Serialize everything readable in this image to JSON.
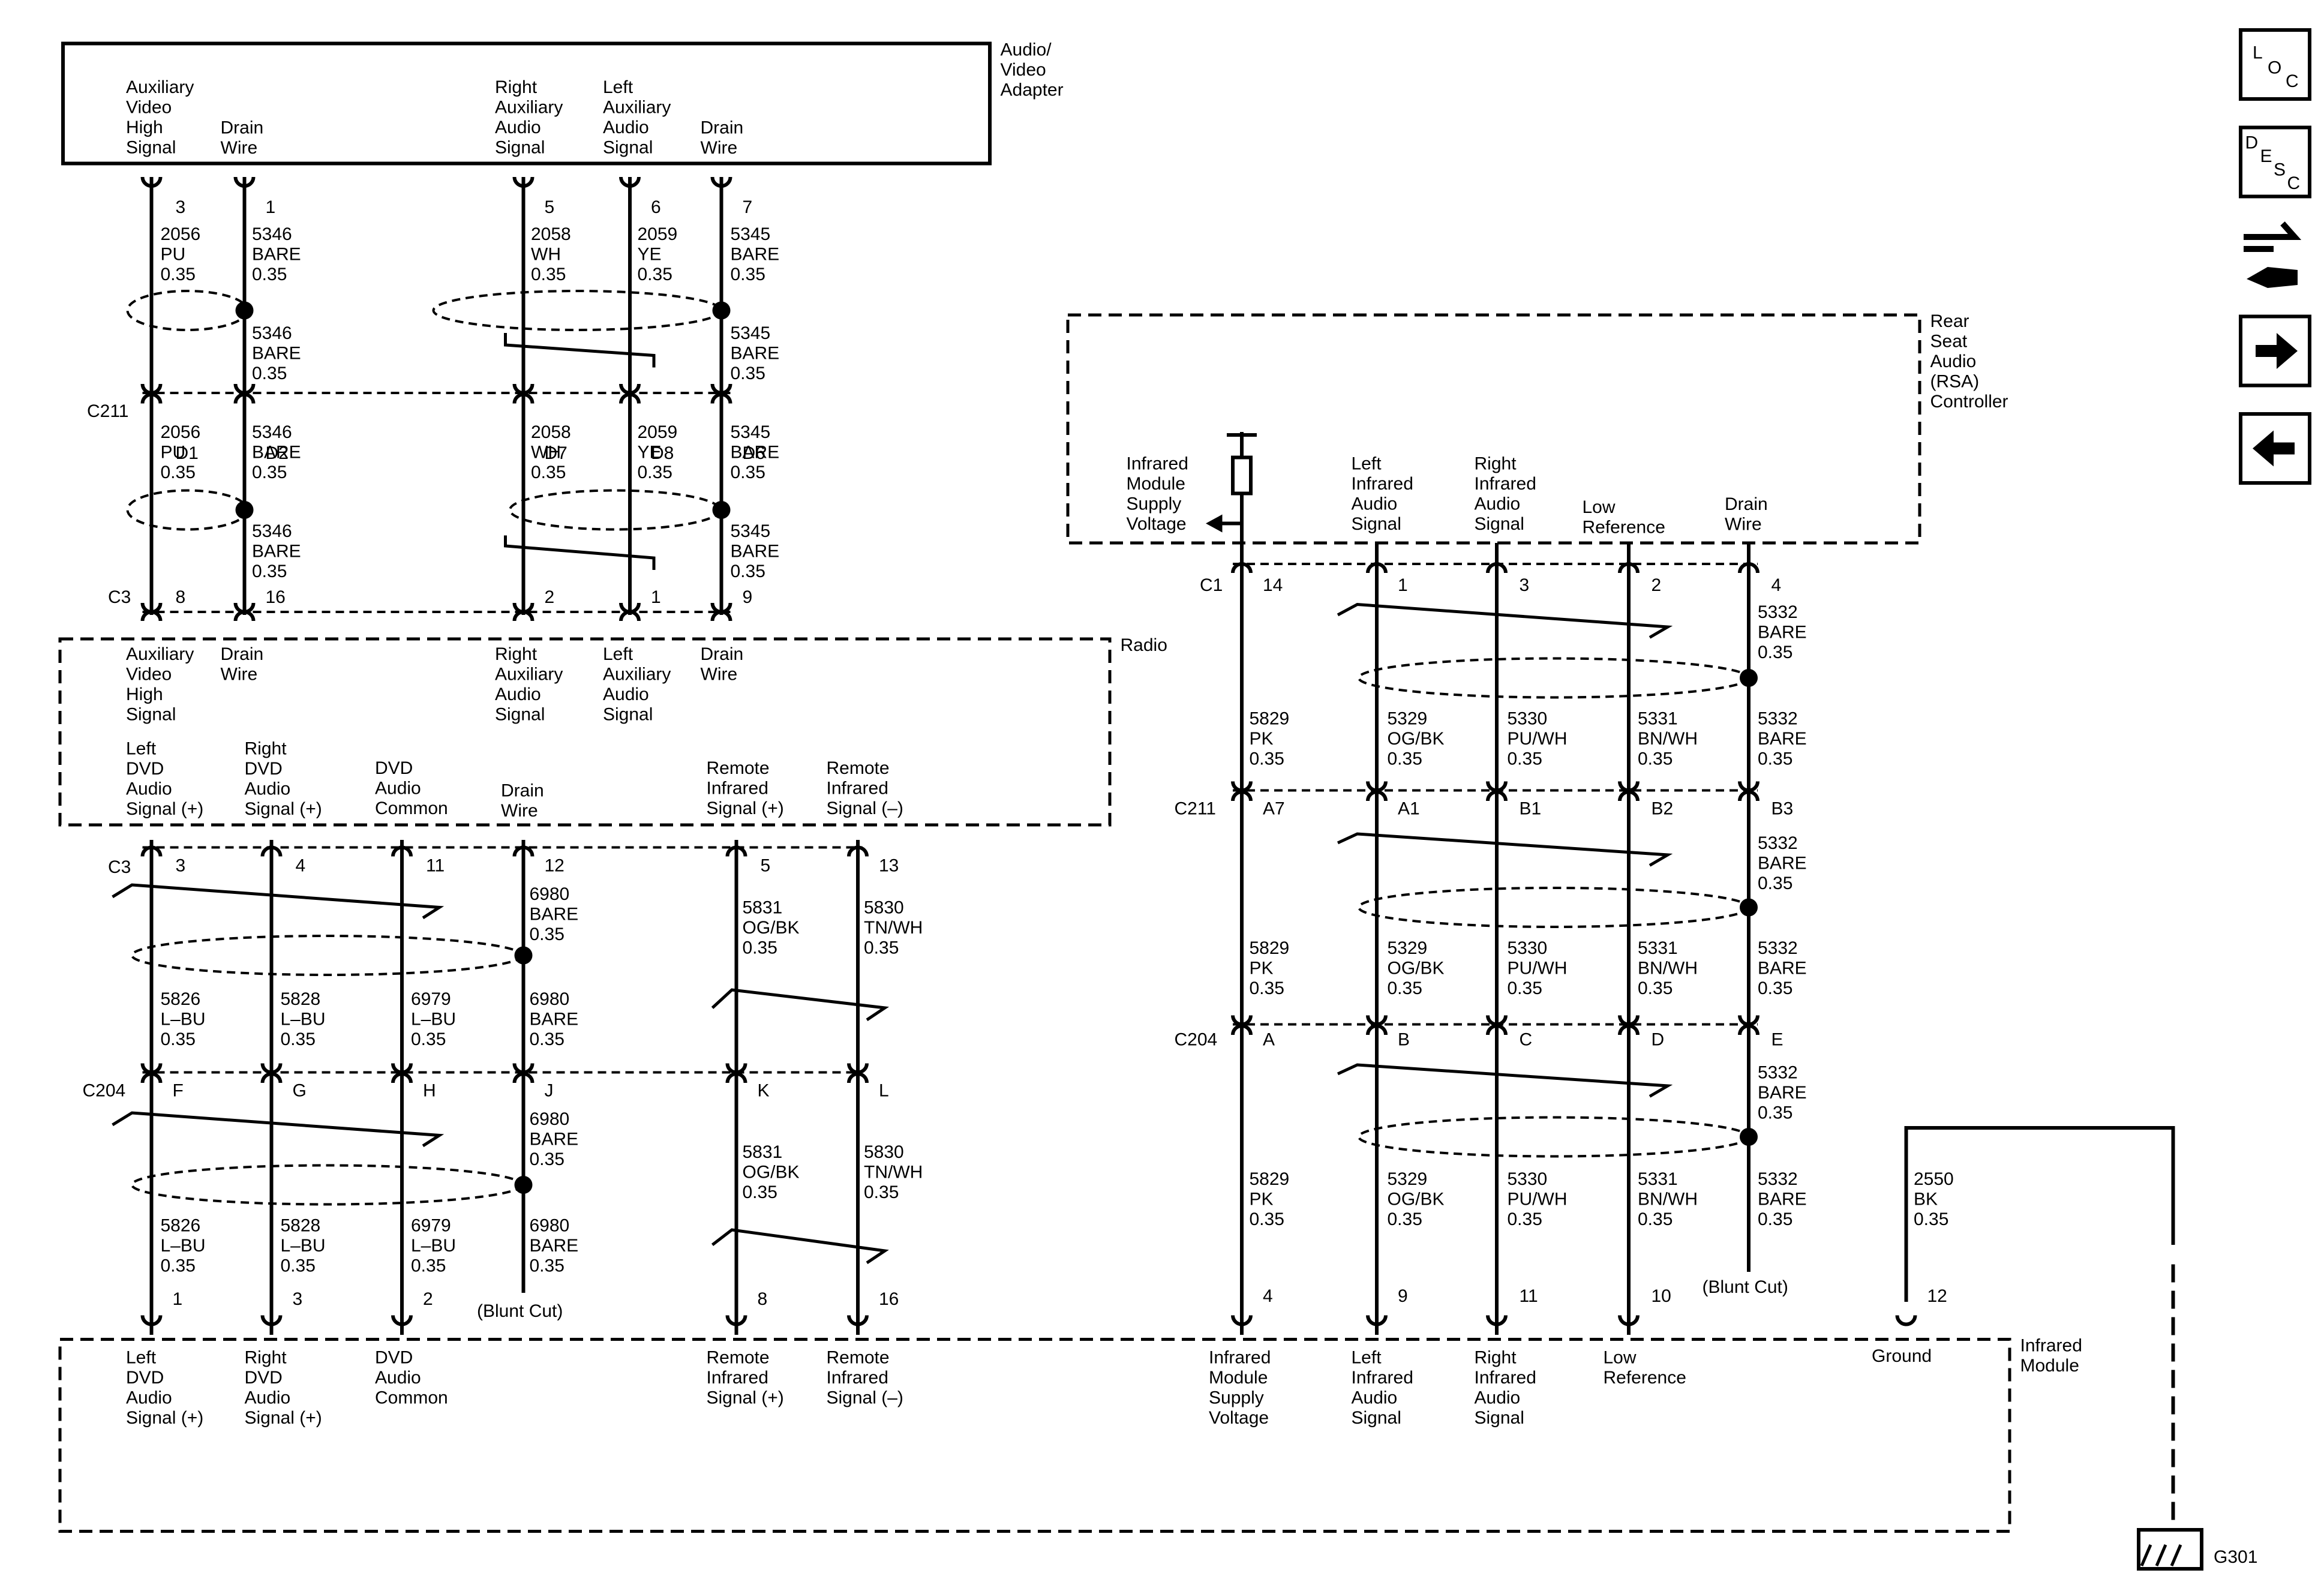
{
  "components": [
    {
      "key": "ava",
      "lines": [
        "Audio/",
        "Video",
        "Adapter"
      ]
    },
    {
      "key": "rsa",
      "lines": [
        "Rear",
        "Seat",
        "Audio",
        "(RSA)",
        "Controller"
      ]
    },
    {
      "key": "radio",
      "lines": [
        "Radio"
      ]
    },
    {
      "key": "irm",
      "lines": [
        "Infrared",
        "Module"
      ]
    }
  ],
  "pin_labels": [
    {
      "key": "ava1",
      "lines": [
        "Auxiliary",
        "Video",
        "High",
        "Signal"
      ]
    },
    {
      "key": "ava2",
      "lines": [
        "Drain",
        "Wire"
      ]
    },
    {
      "key": "ava3",
      "lines": [
        "Right",
        "Auxiliary",
        "Audio",
        "Signal"
      ]
    },
    {
      "key": "ava4",
      "lines": [
        "Left",
        "Auxiliary",
        "Audio",
        "Signal"
      ]
    },
    {
      "key": "ava5",
      "lines": [
        "Drain",
        "Wire"
      ]
    },
    {
      "key": "rad1",
      "lines": [
        "Auxiliary",
        "Video",
        "High",
        "Signal"
      ]
    },
    {
      "key": "rad2",
      "lines": [
        "Drain",
        "Wire"
      ]
    },
    {
      "key": "rad3",
      "lines": [
        "Right",
        "Auxiliary",
        "Audio",
        "Signal"
      ]
    },
    {
      "key": "rad4",
      "lines": [
        "Left",
        "Auxiliary",
        "Audio",
        "Signal"
      ]
    },
    {
      "key": "rad5",
      "lines": [
        "Drain",
        "Wire"
      ]
    },
    {
      "key": "rad6",
      "lines": [
        "Left",
        "DVD",
        "Audio",
        "Signal (+)"
      ]
    },
    {
      "key": "rad7",
      "lines": [
        "Right",
        "DVD",
        "Audio",
        "Signal (+)"
      ]
    },
    {
      "key": "rad8",
      "lines": [
        "DVD",
        "Audio",
        "Common"
      ]
    },
    {
      "key": "rad9",
      "lines": [
        "Drain",
        "Wire"
      ]
    },
    {
      "key": "rad10",
      "lines": [
        "Remote",
        "Infrared",
        "Signal (+)"
      ]
    },
    {
      "key": "rad11",
      "lines": [
        "Remote",
        "Infrared",
        "Signal (–)"
      ]
    },
    {
      "key": "rsa1",
      "lines": [
        "Infrared",
        "Module",
        "Supply",
        "Voltage"
      ]
    },
    {
      "key": "rsa2",
      "lines": [
        "Left",
        "Infrared",
        "Audio",
        "Signal"
      ]
    },
    {
      "key": "rsa3",
      "lines": [
        "Right",
        "Infrared",
        "Audio",
        "Signal"
      ]
    },
    {
      "key": "rsa4",
      "lines": [
        "Low",
        "Reference"
      ]
    },
    {
      "key": "rsa5",
      "lines": [
        "Drain",
        "Wire"
      ]
    },
    {
      "key": "irm1",
      "lines": [
        "Left",
        "DVD",
        "Audio",
        "Signal (+)"
      ]
    },
    {
      "key": "irm2",
      "lines": [
        "Right",
        "DVD",
        "Audio",
        "Signal (+)"
      ]
    },
    {
      "key": "irm3",
      "lines": [
        "DVD",
        "Audio",
        "Common"
      ]
    },
    {
      "key": "irm4",
      "lines": [
        "Remote",
        "Infrared",
        "Signal (+)"
      ]
    },
    {
      "key": "irm5",
      "lines": [
        "Remote",
        "Infrared",
        "Signal (–)"
      ]
    },
    {
      "key": "irm6",
      "lines": [
        "Infrared",
        "Module",
        "Supply",
        "Voltage"
      ]
    },
    {
      "key": "irm7",
      "lines": [
        "Left",
        "Infrared",
        "Audio",
        "Signal"
      ]
    },
    {
      "key": "irm8",
      "lines": [
        "Right",
        "Infrared",
        "Audio",
        "Signal"
      ]
    },
    {
      "key": "irm9",
      "lines": [
        "Low",
        "Reference"
      ]
    },
    {
      "key": "irm10",
      "lines": [
        "Ground"
      ]
    }
  ],
  "pin_numbers": [
    {
      "key": "p01",
      "text": "3"
    },
    {
      "key": "p02",
      "text": "1"
    },
    {
      "key": "p03",
      "text": "5"
    },
    {
      "key": "p04",
      "text": "6"
    },
    {
      "key": "p05",
      "text": "7"
    },
    {
      "key": "p06",
      "text": "D1"
    },
    {
      "key": "p07",
      "text": "D2"
    },
    {
      "key": "p08",
      "text": "D7"
    },
    {
      "key": "p09",
      "text": "D8"
    },
    {
      "key": "p10",
      "text": "D6"
    },
    {
      "key": "p11",
      "text": "8"
    },
    {
      "key": "p12",
      "text": "16"
    },
    {
      "key": "p13",
      "text": "2"
    },
    {
      "key": "p14",
      "text": "1"
    },
    {
      "key": "p15",
      "text": "9"
    },
    {
      "key": "p16",
      "text": "3"
    },
    {
      "key": "p17",
      "text": "4"
    },
    {
      "key": "p18",
      "text": "11"
    },
    {
      "key": "p19",
      "text": "12"
    },
    {
      "key": "p20",
      "text": "5"
    },
    {
      "key": "p21",
      "text": "13"
    },
    {
      "key": "p22",
      "text": "F"
    },
    {
      "key": "p23",
      "text": "G"
    },
    {
      "key": "p24",
      "text": "H"
    },
    {
      "key": "p25",
      "text": "J"
    },
    {
      "key": "p26",
      "text": "K"
    },
    {
      "key": "p27",
      "text": "L"
    },
    {
      "key": "p28",
      "text": "1"
    },
    {
      "key": "p29",
      "text": "3"
    },
    {
      "key": "p30",
      "text": "2"
    },
    {
      "key": "p31",
      "text": "8"
    },
    {
      "key": "p32",
      "text": "16"
    },
    {
      "key": "p33",
      "text": "14"
    },
    {
      "key": "p34",
      "text": "1"
    },
    {
      "key": "p35",
      "text": "3"
    },
    {
      "key": "p36",
      "text": "2"
    },
    {
      "key": "p37",
      "text": "4"
    },
    {
      "key": "p38",
      "text": "A7"
    },
    {
      "key": "p39",
      "text": "A1"
    },
    {
      "key": "p40",
      "text": "B1"
    },
    {
      "key": "p41",
      "text": "B2"
    },
    {
      "key": "p42",
      "text": "B3"
    },
    {
      "key": "p43",
      "text": "A"
    },
    {
      "key": "p44",
      "text": "B"
    },
    {
      "key": "p45",
      "text": "C"
    },
    {
      "key": "p46",
      "text": "D"
    },
    {
      "key": "p47",
      "text": "E"
    },
    {
      "key": "p48",
      "text": "4"
    },
    {
      "key": "p49",
      "text": "9"
    },
    {
      "key": "p50",
      "text": "11"
    },
    {
      "key": "p51",
      "text": "10"
    },
    {
      "key": "p52",
      "text": "12"
    }
  ],
  "connectors": [
    {
      "key": "c211a",
      "text": "C211"
    },
    {
      "key": "c3a",
      "text": "C3"
    },
    {
      "key": "c3b",
      "text": "C3"
    },
    {
      "key": "c204a",
      "text": "C204"
    },
    {
      "key": "c1",
      "text": "C1"
    },
    {
      "key": "c211b",
      "text": "C211"
    },
    {
      "key": "c204b",
      "text": "C204"
    }
  ],
  "wire_labels": [
    {
      "key": "w01",
      "lines": [
        "2056",
        "PU",
        "0.35"
      ]
    },
    {
      "key": "w02",
      "lines": [
        "5346",
        "BARE",
        "0.35"
      ]
    },
    {
      "key": "w03",
      "lines": [
        "2058",
        "WH",
        "0.35"
      ]
    },
    {
      "key": "w04",
      "lines": [
        "2059",
        "YE",
        "0.35"
      ]
    },
    {
      "key": "w05",
      "lines": [
        "5345",
        "BARE",
        "0.35"
      ]
    },
    {
      "key": "w06",
      "lines": [
        "5346",
        "BARE",
        "0.35"
      ]
    },
    {
      "key": "w07",
      "lines": [
        "5345",
        "BARE",
        "0.35"
      ]
    },
    {
      "key": "w08",
      "lines": [
        "2056",
        "PU",
        "0.35"
      ]
    },
    {
      "key": "w09",
      "lines": [
        "5346",
        "BARE",
        "0.35"
      ]
    },
    {
      "key": "w10",
      "lines": [
        "2058",
        "WH",
        "0.35"
      ]
    },
    {
      "key": "w11",
      "lines": [
        "2059",
        "YE",
        "0.35"
      ]
    },
    {
      "key": "w12",
      "lines": [
        "5345",
        "BARE",
        "0.35"
      ]
    },
    {
      "key": "w13",
      "lines": [
        "5346",
        "BARE",
        "0.35"
      ]
    },
    {
      "key": "w14",
      "lines": [
        "5345",
        "BARE",
        "0.35"
      ]
    },
    {
      "key": "w15",
      "lines": [
        "6980",
        "BARE",
        "0.35"
      ]
    },
    {
      "key": "w16",
      "lines": [
        "5831",
        "OG/BK",
        "0.35"
      ]
    },
    {
      "key": "w17",
      "lines": [
        "5830",
        "TN/WH",
        "0.35"
      ]
    },
    {
      "key": "w18",
      "lines": [
        "5826",
        "L–BU",
        "0.35"
      ]
    },
    {
      "key": "w19",
      "lines": [
        "5828",
        "L–BU",
        "0.35"
      ]
    },
    {
      "key": "w20",
      "lines": [
        "6979",
        "L–BU",
        "0.35"
      ]
    },
    {
      "key": "w21",
      "lines": [
        "6980",
        "BARE",
        "0.35"
      ]
    },
    {
      "key": "w22",
      "lines": [
        "6980",
        "BARE",
        "0.35"
      ]
    },
    {
      "key": "w23",
      "lines": [
        "5831",
        "OG/BK",
        "0.35"
      ]
    },
    {
      "key": "w24",
      "lines": [
        "5830",
        "TN/WH",
        "0.35"
      ]
    },
    {
      "key": "w25",
      "lines": [
        "5826",
        "L–BU",
        "0.35"
      ]
    },
    {
      "key": "w26",
      "lines": [
        "5828",
        "L–BU",
        "0.35"
      ]
    },
    {
      "key": "w27",
      "lines": [
        "6979",
        "L–BU",
        "0.35"
      ]
    },
    {
      "key": "w28",
      "lines": [
        "6980",
        "BARE",
        "0.35"
      ]
    },
    {
      "key": "w29",
      "lines": [
        "5332",
        "BARE",
        "0.35"
      ]
    },
    {
      "key": "w30",
      "lines": [
        "5829",
        "PK",
        "0.35"
      ]
    },
    {
      "key": "w31",
      "lines": [
        "5329",
        "OG/BK",
        "0.35"
      ]
    },
    {
      "key": "w32",
      "lines": [
        "5330",
        "PU/WH",
        "0.35"
      ]
    },
    {
      "key": "w33",
      "lines": [
        "5331",
        "BN/WH",
        "0.35"
      ]
    },
    {
      "key": "w34",
      "lines": [
        "5332",
        "BARE",
        "0.35"
      ]
    },
    {
      "key": "w35",
      "lines": [
        "5332",
        "BARE",
        "0.35"
      ]
    },
    {
      "key": "w36",
      "lines": [
        "5829",
        "PK",
        "0.35"
      ]
    },
    {
      "key": "w37",
      "lines": [
        "5329",
        "OG/BK",
        "0.35"
      ]
    },
    {
      "key": "w38",
      "lines": [
        "5330",
        "PU/WH",
        "0.35"
      ]
    },
    {
      "key": "w39",
      "lines": [
        "5331",
        "BN/WH",
        "0.35"
      ]
    },
    {
      "key": "w40",
      "lines": [
        "5332",
        "BARE",
        "0.35"
      ]
    },
    {
      "key": "w41",
      "lines": [
        "5332",
        "BARE",
        "0.35"
      ]
    },
    {
      "key": "w42",
      "lines": [
        "5829",
        "PK",
        "0.35"
      ]
    },
    {
      "key": "w43",
      "lines": [
        "5329",
        "OG/BK",
        "0.35"
      ]
    },
    {
      "key": "w44",
      "lines": [
        "5330",
        "PU/WH",
        "0.35"
      ]
    },
    {
      "key": "w45",
      "lines": [
        "5331",
        "BN/WH",
        "0.35"
      ]
    },
    {
      "key": "w46",
      "lines": [
        "5332",
        "BARE",
        "0.35"
      ]
    },
    {
      "key": "w47",
      "lines": [
        "2550",
        "BK",
        "0.35"
      ]
    }
  ],
  "notes": [
    {
      "key": "blunt1",
      "text": "(Blunt Cut)"
    },
    {
      "key": "blunt2",
      "text": "(Blunt Cut)"
    },
    {
      "key": "ground",
      "text": "G301"
    }
  ],
  "nav": {
    "loc": {
      "letters": [
        "L",
        "O",
        "C"
      ]
    },
    "desc": {
      "letters": [
        "D",
        "E",
        "S",
        "C"
      ]
    },
    "buttons": [
      {
        "key": "loc",
        "icon": "loc-icon"
      },
      {
        "key": "desc",
        "icon": "desc-icon"
      },
      {
        "key": "connector",
        "icon": "connector-icon"
      },
      {
        "key": "next",
        "icon": "right-arrow-icon"
      },
      {
        "key": "prev",
        "icon": "left-arrow-icon"
      }
    ]
  }
}
